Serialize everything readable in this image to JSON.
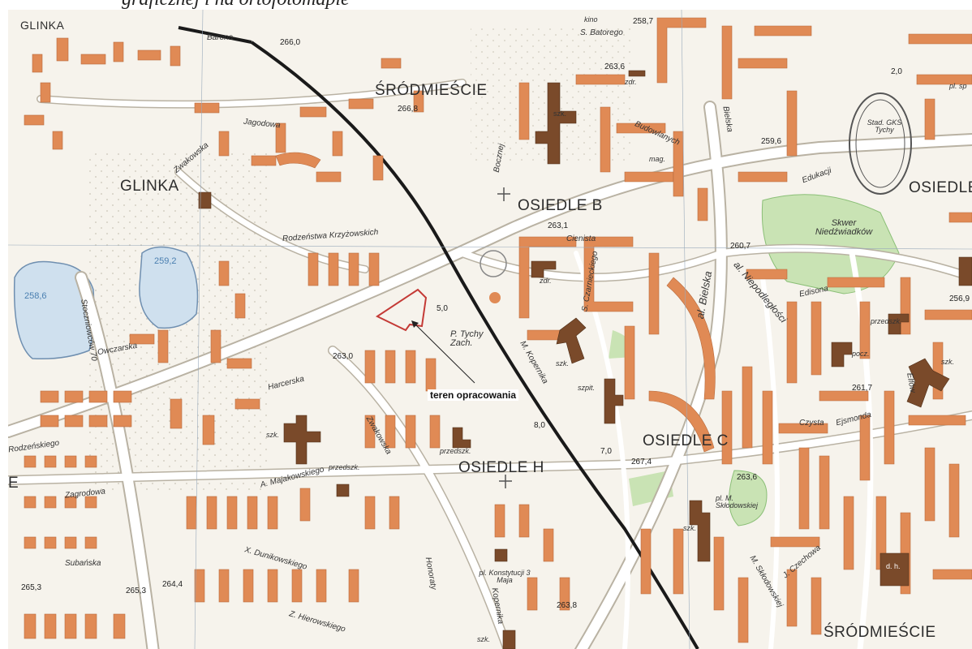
{
  "caption": "graficznej i na ortofotomapie",
  "districts": [
    {
      "id": "glinka-top",
      "text": "GLINKA"
    },
    {
      "id": "srodmiescie-top",
      "text": "ŚRÓDMIEŚCIE"
    },
    {
      "id": "glinka",
      "text": "GLINKA"
    },
    {
      "id": "osiedle-b",
      "text": "OSIEDLE B"
    },
    {
      "id": "osiedle-top-right",
      "text": "OSIEDLE"
    },
    {
      "id": "osiedle-c",
      "text": "OSIEDLE C"
    },
    {
      "id": "osiedle-h",
      "text": "OSIEDLE H"
    },
    {
      "id": "srodmiescie-bottom",
      "text": "ŚRÓDMIEŚCIE"
    },
    {
      "id": "e-left",
      "text": "E"
    }
  ],
  "elevations": [
    "258,7",
    "266,0",
    "263,6",
    "2,0",
    "266,8",
    "259,6",
    "263,1",
    "260,7",
    "256,9",
    "5,0",
    "263,0",
    "8,0",
    "261,7",
    "7,0",
    "267,4",
    "263,6",
    "265,3",
    "265,3",
    "264,4",
    "263,8"
  ],
  "water_labels": [
    "258,6",
    "259,2"
  ],
  "streets": [
    "Barona",
    "S. Batorego",
    "Jagodowa",
    "Zwakowska",
    "Rodzeństwa Krzyżowskich",
    "Budowlanych",
    "Bielska",
    "Bocznej",
    "Cienista",
    "S. Czarnieckiego",
    "Edukacji",
    "al. Bielska",
    "al. Niepodległości",
    "Edisona",
    "Harcerska",
    "Owczarska",
    "Stoczniowców 70",
    "Zwakowska",
    "A. Majakowskiego",
    "Zagrodowa",
    "Subańska",
    "X. Dunikowskiego",
    "Z. Hierowskiego",
    "Honoraty",
    "Kopernika",
    "M. Kopernika",
    "Elfów",
    "Czysta",
    "Ejsmonda",
    "Rodzeńskiego",
    "M. Skłodowskiej",
    "J. Czechowa"
  ],
  "places": [
    "kino",
    "zdr.",
    "Stad. GKS Tychy",
    "pl. sp",
    "szk.",
    "mag.",
    "Skwer Niedźwiadków",
    "zdr.",
    "P. Tychy Zach.",
    "szk.",
    "przedszk.",
    "pocz.",
    "szk.",
    "szpit.",
    "szk.",
    "przedszk.",
    "przedszk.",
    "szk.",
    "pl. M. Skłodowskiej",
    "pl. Konstytucji 3 Maja",
    "d. h.",
    "szk."
  ],
  "callout": {
    "text": "teren opracowania"
  },
  "colors": {
    "building": "#e08a55",
    "public_building": "#7a4a2a",
    "green": "#c9e3b4",
    "water": "#cfe0ee",
    "railway": "#1a1a1a",
    "road": "#ffffff",
    "area": "#c43a36"
  }
}
